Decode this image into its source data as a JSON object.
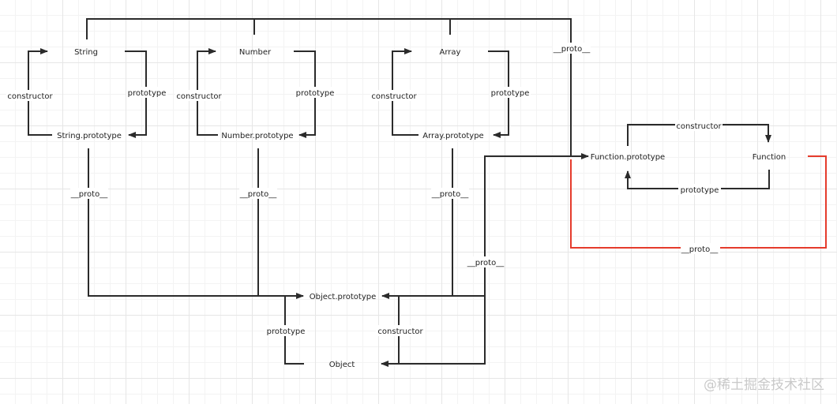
{
  "colors": {
    "line": "#2b2b2b",
    "accent_line": "#e53b2c",
    "watermark": "#c9c9c9"
  },
  "nodes": {
    "string": "String",
    "number": "Number",
    "array": "Array",
    "string_prototype": "String.prototype",
    "number_prototype": "Number.prototype",
    "array_prototype": "Array.prototype",
    "function_prototype": "Function.prototype",
    "function": "Function",
    "object_prototype": "Object.prototype",
    "object": "Object"
  },
  "edges": {
    "string_constructor": "constructor",
    "string_prototype": "prototype",
    "number_constructor": "constructor",
    "number_prototype": "prototype",
    "array_constructor": "constructor",
    "array_prototype": "prototype",
    "top_proto": "__proto__",
    "string_proto": "__proto__",
    "number_proto": "__proto__",
    "array_proto": "__proto__",
    "function_constructor": "constructor",
    "function_prototype": "prototype",
    "function_self_proto": "__proto__",
    "function_prototype_proto": "__proto__",
    "object_prototype": "prototype",
    "object_constructor": "constructor"
  },
  "watermark": "@稀土掘金技术社区"
}
